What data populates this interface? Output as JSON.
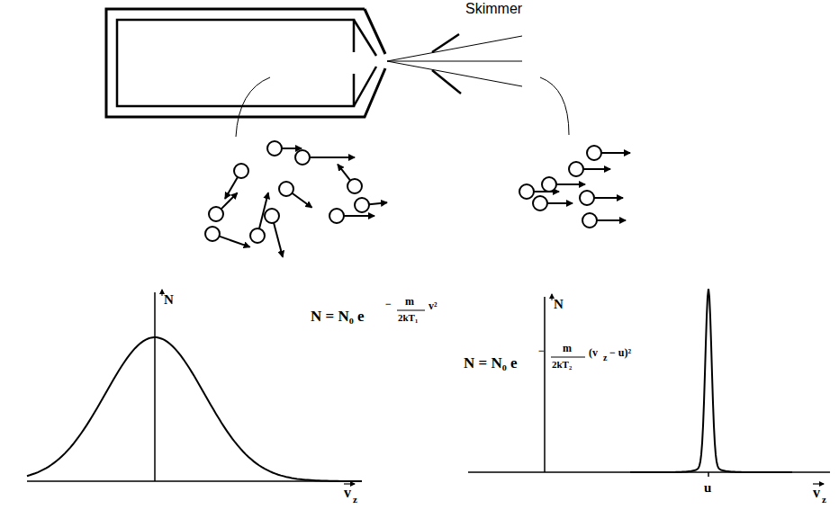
{
  "diagram": {
    "labels": [
      "Skimmer",
      "N",
      "N = N₀ e",
      "−",
      "m",
      "2kT₁",
      "v²",
      "v",
      "z",
      "N",
      "N = N₀ e",
      "−",
      "m",
      "2kT₂",
      "(v",
      "z",
      "− u)²",
      "u",
      "v",
      "z"
    ]
  }
}
